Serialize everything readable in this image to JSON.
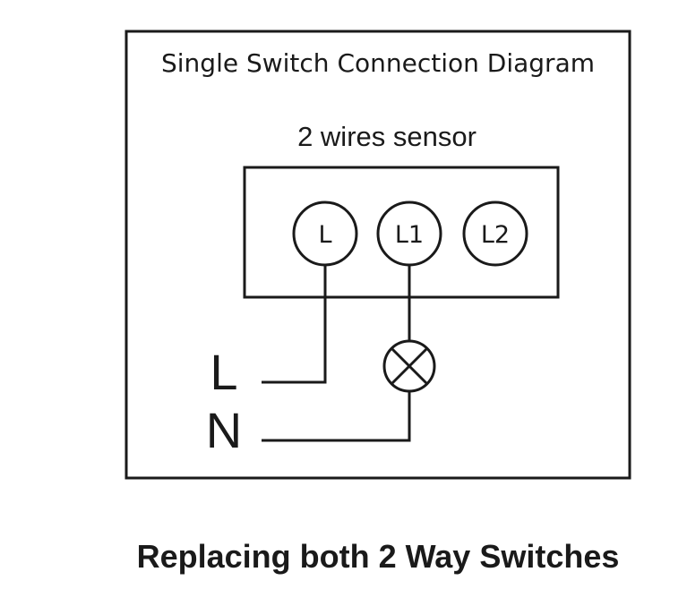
{
  "diagram": {
    "title": "Single Switch Connection Diagram",
    "sensor_label": "2 wires sensor",
    "terminals": [
      "L",
      "L1",
      "L2"
    ],
    "wire_labels": {
      "live": "L",
      "neutral": "N"
    },
    "load_icon": "lamp-icon"
  },
  "caption": "Replacing both 2 Way Switches"
}
